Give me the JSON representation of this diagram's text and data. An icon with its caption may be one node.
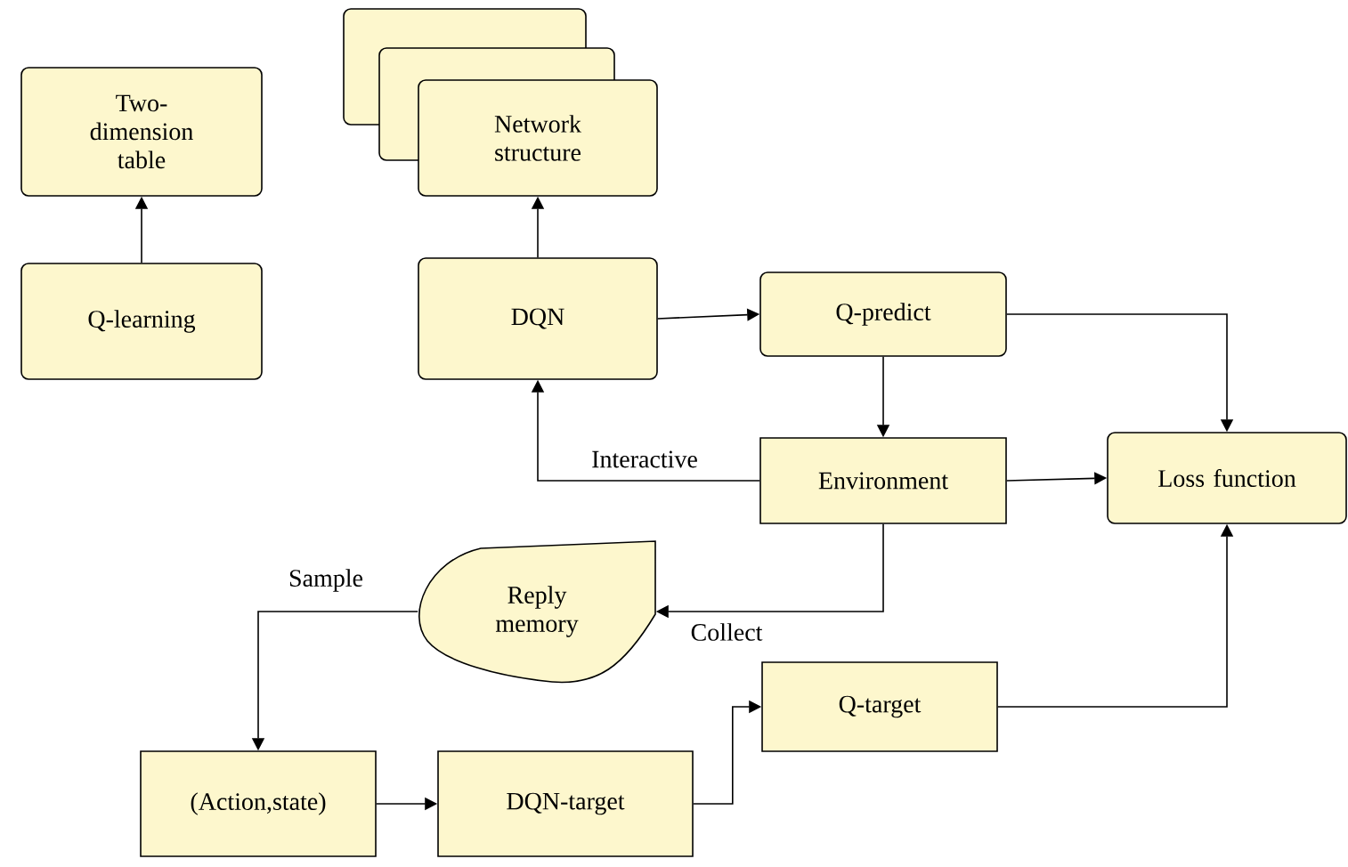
{
  "diagram": {
    "nodes": [
      {
        "text": [
          "Two-dimension table"
        ]
      },
      {
        "text": [
          "Q-learning"
        ]
      },
      {
        "text": [
          "Network structure"
        ]
      },
      {
        "text": [
          "DQN"
        ]
      },
      {
        "text": [
          "Q-predict"
        ]
      },
      {
        "text": [
          "Environment"
        ]
      },
      {
        "text": [
          "Loss function"
        ]
      },
      {
        "text": [
          "Reply memory"
        ]
      },
      {
        "text": [
          "(Action,state)"
        ]
      },
      {
        "text": [
          "DQN-target"
        ]
      },
      {
        "text": [
          "Q-target"
        ]
      }
    ],
    "edges": [
      {
        "from": 1,
        "to": 0,
        "arrow": "to"
      },
      {
        "from": 3,
        "to": 2,
        "arrow": "to"
      },
      {
        "from": 3,
        "to": 4,
        "arrow": "to"
      },
      {
        "from": 4,
        "to": 5,
        "arrow": "to"
      },
      {
        "from": 4,
        "to": 6,
        "arrow": "to"
      },
      {
        "from": 5,
        "to": 3,
        "arrow": "to",
        "label": "Interactive"
      },
      {
        "from": 5,
        "to": 6,
        "arrow": "to"
      },
      {
        "from": 5,
        "to": 7,
        "arrow": "to",
        "label": "Collect"
      },
      {
        "from": 7,
        "to": 8,
        "arrow": "to",
        "label": "Sample"
      },
      {
        "from": 8,
        "to": 9,
        "arrow": "to"
      },
      {
        "from": 9,
        "to": 10,
        "arrow": "to"
      },
      {
        "from": 10,
        "to": 6,
        "arrow": "to"
      }
    ]
  }
}
